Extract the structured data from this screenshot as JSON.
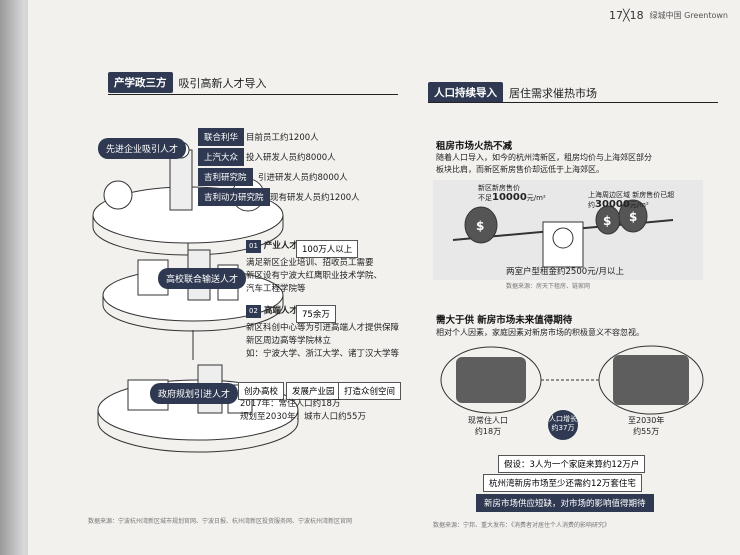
{
  "page_number": "17╳18",
  "brand": "绿城中国 Greentown",
  "left": {
    "title_tag": "产学政三方",
    "title_text": "吸引高新人才导入",
    "group1_label": "先进企业吸引人才",
    "companies": [
      {
        "name": "联合利华",
        "desc": "目前员工约1200人"
      },
      {
        "name": "上汽大众",
        "desc": "投入研发人员约8000人"
      },
      {
        "name": "吉利研究院",
        "desc": "引进研发人员约8000人"
      },
      {
        "name": "吉利动力研究院",
        "desc": "现有研发人员约1200人"
      }
    ],
    "group2_label": "高校联合输送人才",
    "talent1": {
      "num": "01",
      "name": "产业人才",
      "count": "100万人以上",
      "desc1": "满足新区企业培训、招收员工需要",
      "desc2": "新区设有宁波大红鹰职业技术学院、",
      "desc3": "汽车工程学院等"
    },
    "talent2": {
      "num": "02",
      "name": "高端人才",
      "count": "75余万",
      "desc1": "新区科创中心等为引进高端人才提供保障",
      "desc2": "新区周边高等学院林立",
      "desc3": "如：宁波大学、浙江大学、诸丁汉大学等"
    },
    "group3_label": "政府规划引进人才",
    "gov_tags": [
      "创办高校",
      "发展产业园",
      "打造众创空间"
    ],
    "gov_line1": "2017年：常住人口约18万",
    "gov_line2": "规划至2030年：城市人口约55万",
    "footnote": "数据来源：宁波杭州湾新区城市规划官网、宁波日报、杭州湾新区投资服务网、宁波杭州湾新区官网"
  },
  "right": {
    "title_tag": "人口持续导入",
    "title_text": "居住需求催热市场",
    "s1_title": "租房市场火热不减",
    "s1_p1": "随着人口导入，如今的杭州湾新区，租房均价与上海郊区部分",
    "s1_p2": "板块比肩，而新区新房售价却远低于上海郊区。",
    "scale_left_label": "新区新房售价",
    "scale_left_value_prefix": "不足",
    "scale_left_value": "10000",
    "scale_left_unit": "元/m²",
    "scale_right_label": "上海周边区域 新房售价已超",
    "scale_right_value_prefix": "约",
    "scale_right_value": "30000",
    "scale_right_unit": "元/m²",
    "rent_line": "两室户型租金约2500元/月以上",
    "scale_note": "数据来源：房天下租房、链家网",
    "s2_title": "需大于供 新房市场未来值得期待",
    "s2_p1": "相对个人因素，家庭因素对新房市场的积极意义不容忽视。",
    "pop_now_label": "现常住人口",
    "pop_now_value": "约18万",
    "pop_inc_label": "人口增长",
    "pop_inc_value": "约37万",
    "pop_future_label": "至2030年",
    "pop_future_value": "约55万",
    "assume": "假设：3人为一个家庭来算约12万户",
    "need": "杭州湾新房市场至少还需约12万套住宅",
    "banner": "新房市场供应短缺，对市场的影响值得期待",
    "footnote": "数据来源：宁邦、重大发布：《消费者对居住个人消费的影响研究》"
  },
  "colors": {
    "navy": "#2f3a52",
    "paper": "#f2f1ee"
  }
}
